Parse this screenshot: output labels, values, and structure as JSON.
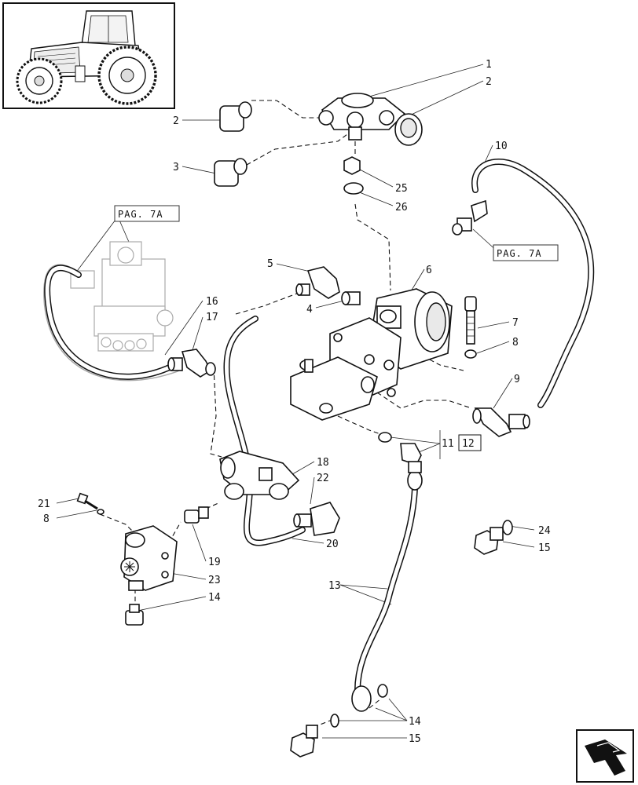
{
  "callouts": {
    "c1": "1",
    "c2a": "2",
    "c2b": "2",
    "c3": "3",
    "c25": "25",
    "c26": "26",
    "c10": "10",
    "c5": "5",
    "c6": "6",
    "c4": "4",
    "c7": "7",
    "c8a": "8",
    "c16": "16",
    "c17": "17",
    "c9": "9",
    "c11": "11",
    "c12": "12",
    "c18": "18",
    "c22": "22",
    "c21": "21",
    "c8b": "8",
    "c20": "20",
    "c19": "19",
    "c23": "23",
    "c14a": "14",
    "c24": "24",
    "c15a": "15",
    "c13": "13",
    "c14b": "14",
    "c15b": "15"
  },
  "page_refs": {
    "left": "PAG. 7A",
    "right": "PAG. 7A"
  },
  "icons": {
    "thumbnail": "tractor-thumbnail",
    "nav": "next-page-arrow-icon"
  }
}
